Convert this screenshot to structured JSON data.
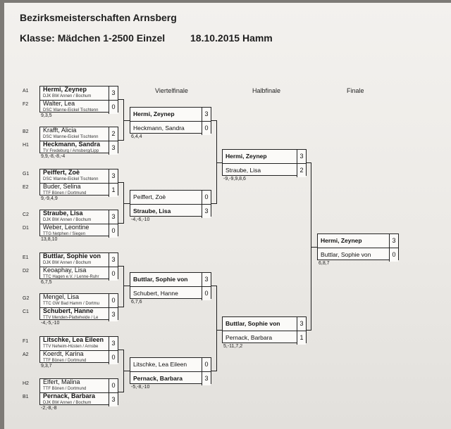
{
  "header": {
    "title": "Bezirksmeisterschaften Arnsberg",
    "class_line": "Klasse: Mädchen 1-2500 Einzel",
    "date_place": "18.10.2015 Hamm"
  },
  "rounds": {
    "quarter": "Viertelfinale",
    "semi": "Halbfinale",
    "final": "Finale"
  },
  "r1": [
    {
      "a": {
        "seed": "A1",
        "name": "Hermi, Zeynep",
        "club": "DJK BW Annen / Bochum",
        "score": "3"
      },
      "b": {
        "seed": "F2",
        "name": "Walter, Lea",
        "club": "DSC Wanne-Eickel Tischtenn",
        "score": "0"
      },
      "result": "9,3,5"
    },
    {
      "a": {
        "seed": "B2",
        "name": "Krafft, Alicia",
        "club": "DSC Wanne-Eickel Tischtenn",
        "score": "2"
      },
      "b": {
        "seed": "H1",
        "name": "Heckmann, Sandra",
        "club": "TV Fredeburg / Arnsberg/Lipp",
        "score": "3"
      },
      "result": "9,9,-8,-8,-4"
    },
    {
      "a": {
        "seed": "G1",
        "name": "Peiffert, Zoè",
        "club": "DSC Wanne-Eickel Tischtenn",
        "score": "3"
      },
      "b": {
        "seed": "E2",
        "name": "Buder, Selina",
        "club": "TTF Bönen / Dortmund",
        "score": "1"
      },
      "result": "9,-9,4,9"
    },
    {
      "a": {
        "seed": "C2",
        "name": "Straube, Lisa",
        "club": "DJK BW Annen / Bochum",
        "score": "3"
      },
      "b": {
        "seed": "D1",
        "name": "Weber, Leontine",
        "club": "TTG Netphen / Siegen",
        "score": "0"
      },
      "result": "13,8,10"
    },
    {
      "a": {
        "seed": "E1",
        "name": "Buttlar, Sophie von",
        "club": "DJK BW Annen / Bochum",
        "score": "3"
      },
      "b": {
        "seed": "D2",
        "name": "Keoaphay, Lisa",
        "club": "TTC Hagen e.V. / Lenne-Ruhr",
        "score": "0"
      },
      "result": "6,7,5"
    },
    {
      "a": {
        "seed": "G2",
        "name": "Mengel, Lisa",
        "club": "TTC GW Bad Hamm / Dortmu",
        "score": "0"
      },
      "b": {
        "seed": "C1",
        "name": "Schubert, Hanne",
        "club": "TTV Menden-Platteheide / Le",
        "score": "3"
      },
      "result": "-4,-5,-10"
    },
    {
      "a": {
        "seed": "F1",
        "name": "Litschke, Lea Eileen",
        "club": "TTV Neheim-Hüsten / Arnsbe",
        "score": "3"
      },
      "b": {
        "seed": "A2",
        "name": "Koerdt, Karina",
        "club": "TTF Bönen / Dortmund",
        "score": "0"
      },
      "result": "9,3,7"
    },
    {
      "a": {
        "seed": "H2",
        "name": "Elfert, Malina",
        "club": "TTF Bönen / Dortmund",
        "score": "0"
      },
      "b": {
        "seed": "B1",
        "name": "Pernack, Barbara",
        "club": "DJK BW Annen / Bochum",
        "score": "3"
      },
      "result": "-2,-8,-8"
    }
  ],
  "qf": [
    {
      "a": {
        "name": "Hermi, Zeynep",
        "score": "3"
      },
      "b": {
        "name": "Heckmann, Sandra",
        "score": "0"
      },
      "result": "6,4,4"
    },
    {
      "a": {
        "name": "Peiffert, Zoè",
        "score": "0"
      },
      "b": {
        "name": "Straube, Lisa",
        "score": "3"
      },
      "result": "-4,-6,-10"
    },
    {
      "a": {
        "name": "Buttlar, Sophie von",
        "score": "3"
      },
      "b": {
        "name": "Schubert, Hanne",
        "score": "0"
      },
      "result": "6,7,6"
    },
    {
      "a": {
        "name": "Litschke, Lea Eileen",
        "score": "0"
      },
      "b": {
        "name": "Pernack, Barbara",
        "score": "3"
      },
      "result": "-5,-8,-10"
    }
  ],
  "sf": [
    {
      "a": {
        "name": "Hermi, Zeynep",
        "score": "3"
      },
      "b": {
        "name": "Straube, Lisa",
        "score": "2"
      },
      "result": "-9,-9,9,8,6"
    },
    {
      "a": {
        "name": "Buttlar, Sophie von",
        "score": "3"
      },
      "b": {
        "name": "Pernack, Barbara",
        "score": "1"
      },
      "result": "5,-11,7,2"
    }
  ],
  "final": {
    "a": {
      "name": "Hermi, Zeynep",
      "score": "3"
    },
    "b": {
      "name": "Buttlar, Sophie von",
      "score": "0"
    },
    "result": "6,8,7"
  }
}
